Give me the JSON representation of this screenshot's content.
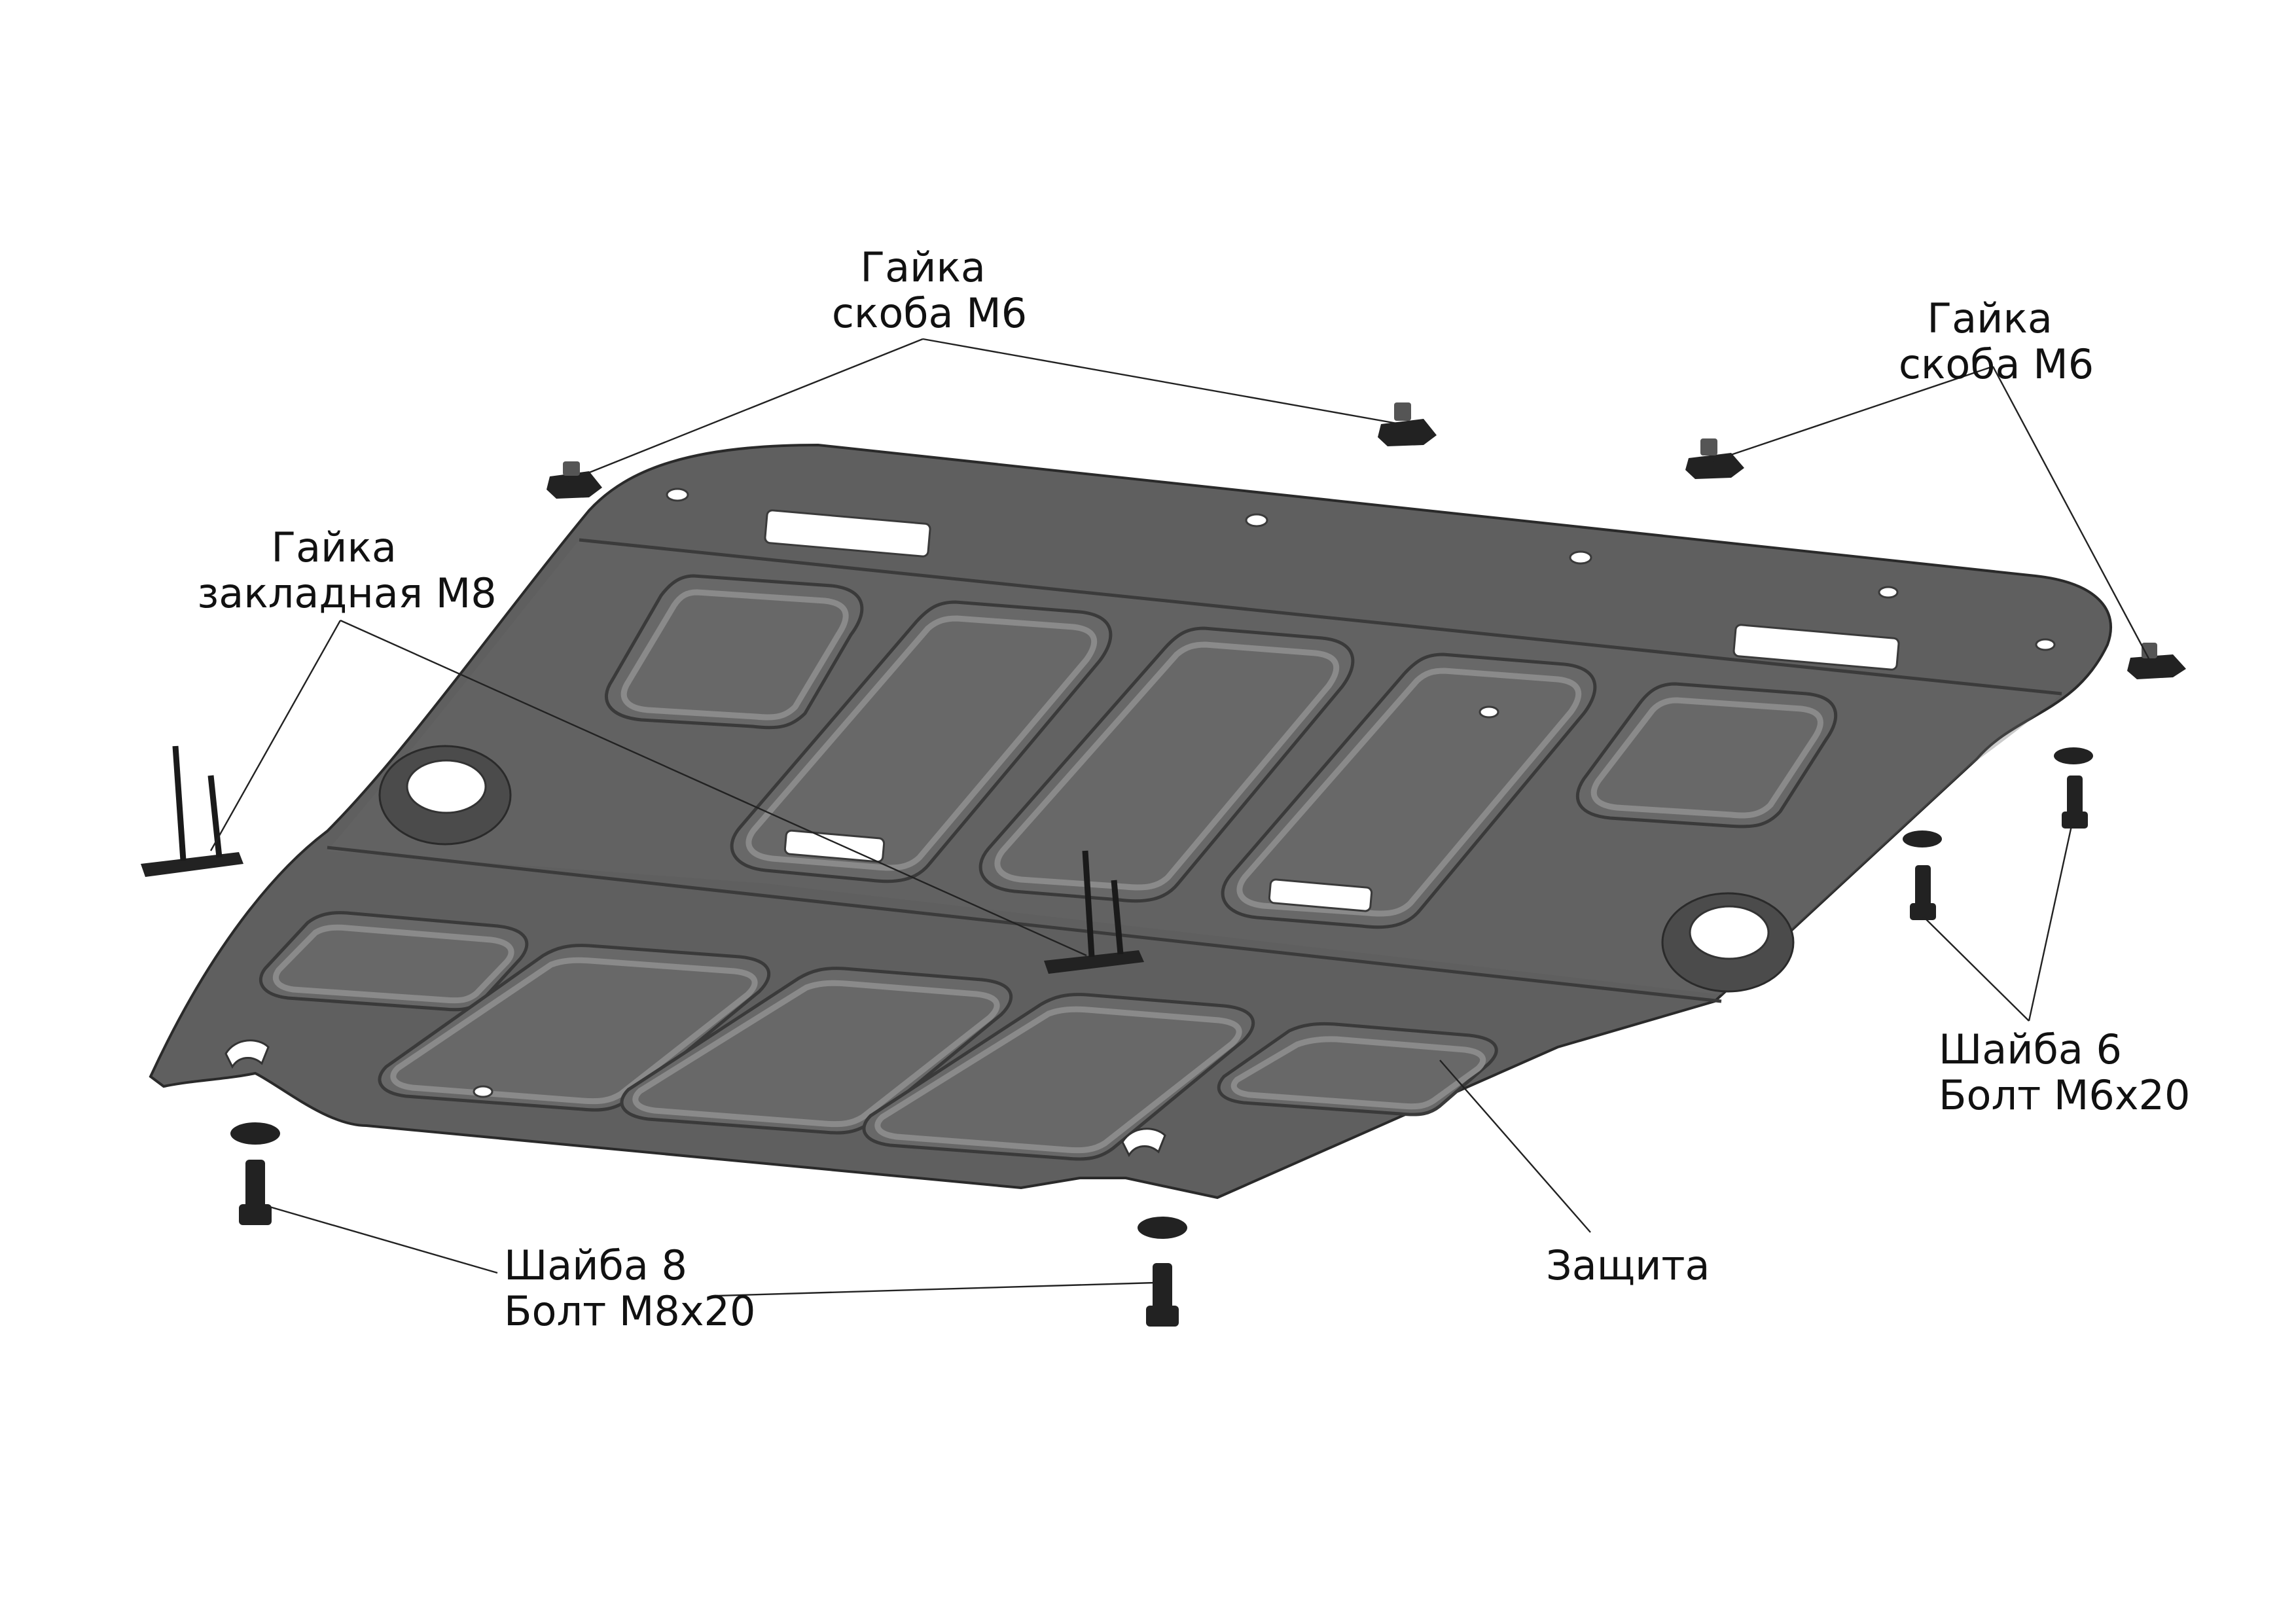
{
  "labels": {
    "nut_clip_center": {
      "line1": "Гайка",
      "line2": "скоба М6"
    },
    "nut_clip_right": {
      "line1": "Гайка",
      "line2": "скоба М6"
    },
    "embedded_nut": {
      "line1": "Гайка",
      "line2": "закладная М8"
    },
    "washer6_bolt": {
      "line1": "Шайба 6",
      "line2": "Болт М6х20"
    },
    "washer8_bolt": {
      "line1": "Шайба 8",
      "line2": "Болт М8х20"
    },
    "guard": {
      "line1": "Защита"
    }
  }
}
